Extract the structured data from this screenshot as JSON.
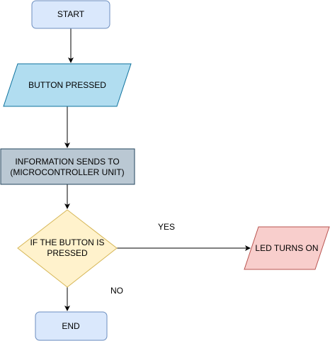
{
  "nodes": {
    "start": {
      "label": "START",
      "fill": "#dae8fc",
      "stroke": "#6c8ebf"
    },
    "button_pressed": {
      "label": "BUTTON PRESSED",
      "fill": "#b1ddf0",
      "stroke": "#10739e"
    },
    "info_sends": {
      "line1": "INFORMATION SENDS TO",
      "line2": "(MICROCONTROLLER UNIT)",
      "fill": "#bac8d3",
      "stroke": "#23445d"
    },
    "decision": {
      "line1": "IF THE BUTTON IS",
      "line2": "PRESSED",
      "fill": "#fff2cc",
      "stroke": "#d6b656"
    },
    "led_on": {
      "label": "LED TURNS ON",
      "fill": "#f8cecc",
      "stroke": "#b85450"
    },
    "end": {
      "label": "END",
      "fill": "#dae8fc",
      "stroke": "#6c8ebf"
    }
  },
  "edges": {
    "yes_label": "YES",
    "no_label": "NO"
  }
}
